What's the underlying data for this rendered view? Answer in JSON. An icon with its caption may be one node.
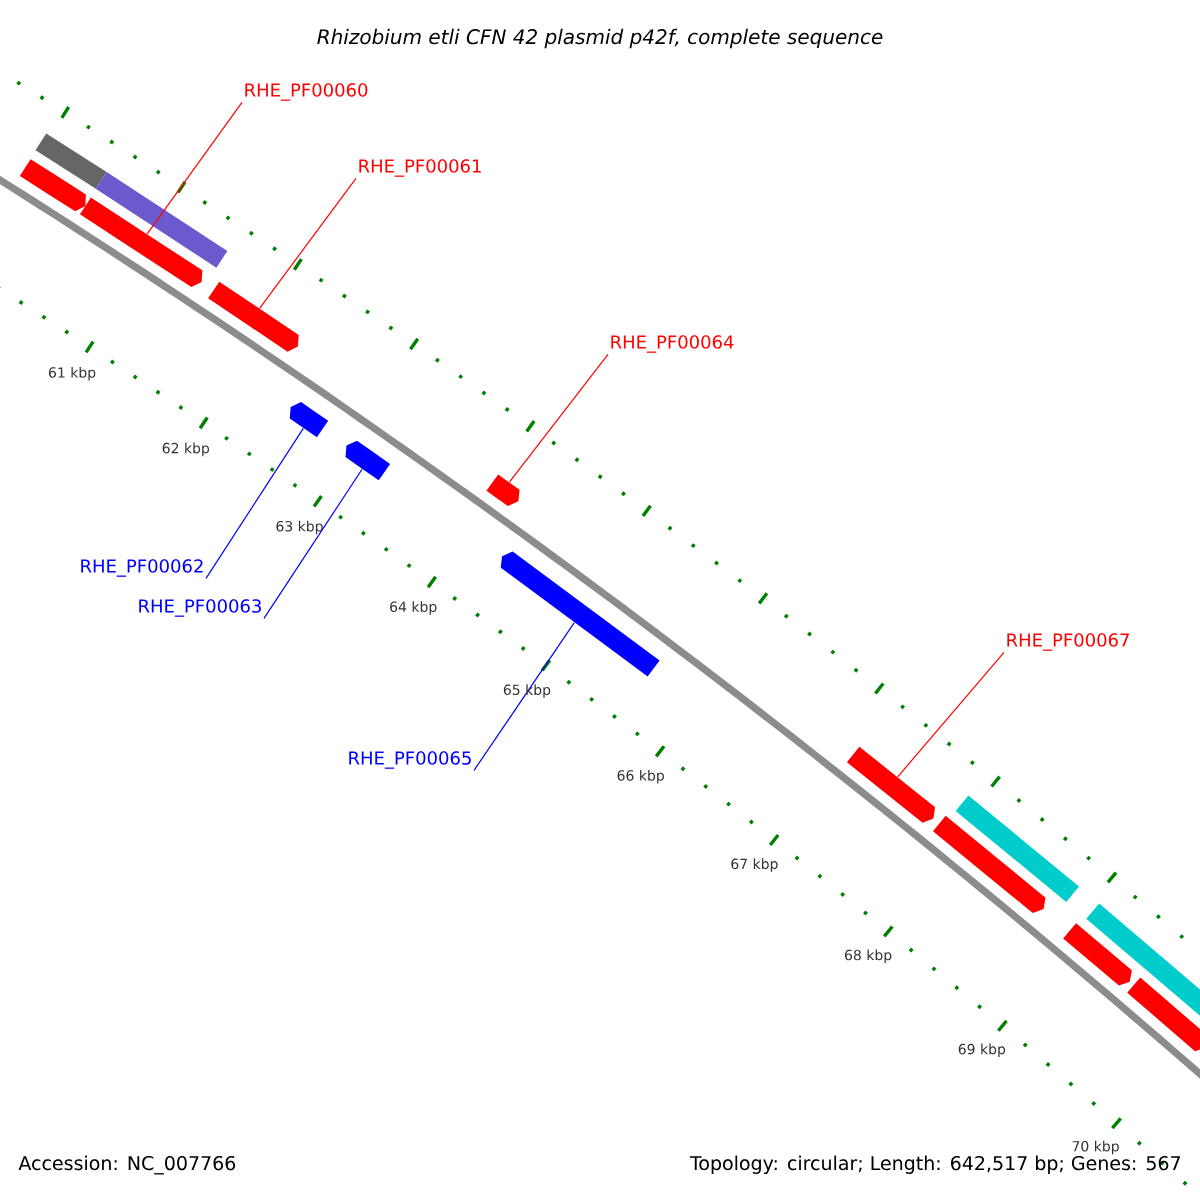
{
  "diagram": {
    "title": "*Rhizobium etli* CFN 42 plasmid p42f, complete sequence",
    "nodes": [
      {
        "text": [
          "RHE_PF00060"
        ]
      },
      {
        "text": [
          "RHE_PF00061"
        ]
      },
      {
        "text": [
          "RHE_PF00064"
        ]
      },
      {
        "text": [
          "RHE_PF00062"
        ]
      },
      {
        "text": [
          "RHE_PF00063"
        ]
      },
      {
        "text": [
          "RHE_PF00067"
        ]
      },
      {
        "text": [
          "RHE_PF00065"
        ]
      },
      {
        "text": [],
        "shape": "arrow"
      },
      {
        "text": [],
        "shape": "bar"
      },
      {
        "text": [],
        "shape": "arrow"
      },
      {
        "text": [],
        "shape": "bar"
      },
      {
        "text": [],
        "shape": "arrow"
      },
      {
        "text": [],
        "shape": "arrow"
      },
      {
        "text": [],
        "shape": "arrow"
      },
      {
        "text": [],
        "shape": "arrow"
      },
      {
        "text": [],
        "shape": "arrow"
      },
      {
        "text": [],
        "shape": "arrow"
      },
      {
        "text": [],
        "shape": "arrow"
      },
      {
        "text": [],
        "shape": "bar"
      },
      {
        "text": [],
        "shape": "arrow"
      },
      {
        "text": [],
        "shape": "bar"
      },
      {
        "text": [],
        "shape": "arrow"
      }
    ],
    "edges": [
      {
        "from": 0,
        "to": 9,
        "arrow": "none"
      },
      {
        "from": 1,
        "to": 11,
        "arrow": "none"
      },
      {
        "from": 2,
        "to": 14,
        "arrow": "none"
      },
      {
        "from": 3,
        "to": 12,
        "arrow": "none",
        "color": "#0000ff"
      },
      {
        "from": 4,
        "to": 13,
        "arrow": "none",
        "color": "#0000ff"
      },
      {
        "from": 5,
        "to": 16,
        "arrow": "none"
      },
      {
        "from": 6,
        "to": 15,
        "arrow": "none",
        "color": "#0000ff"
      }
    ],
    "labels": [
      "61 kbp",
      "62 kbp",
      "63 kbp",
      "64 kbp",
      "65 kbp",
      "66 kbp",
      "67 kbp",
      "68 kbp",
      "69 kbp",
      "70 kbp",
      "Accession: NC_007766",
      "Topology: circular; Length: 642,517 bp; Genes: 567"
    ]
  }
}
